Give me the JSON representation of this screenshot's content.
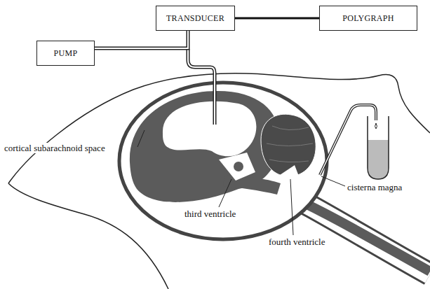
{
  "diagram": {
    "nodes": [
      {
        "text": [
          "TRANSDUCER"
        ]
      },
      {
        "text": [
          "POLYGRAPH"
        ]
      },
      {
        "text": [
          "PUMP"
        ]
      }
    ],
    "edges": [
      {
        "from": 0,
        "to": 1,
        "arrow": "none"
      },
      {
        "from": 2,
        "to": 0,
        "arrow": "none"
      }
    ],
    "labels": [
      "cortical subarachnoid space",
      "third ventricle",
      "fourth ventricle",
      "cisterna magna"
    ]
  }
}
